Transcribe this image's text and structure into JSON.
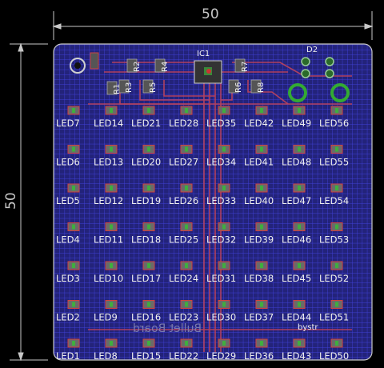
{
  "dimensions": {
    "width_label": "50",
    "height_label": "50"
  },
  "board": {
    "bg_color": "#23237a",
    "grid_color": "#3c3cd0",
    "outline_color": "#c8c8c8"
  },
  "ic": {
    "label": "IC1"
  },
  "diode": {
    "label": "D2"
  },
  "resistors": [
    "R1",
    "R2",
    "R3",
    "R4",
    "R5",
    "R6",
    "R7",
    "R8"
  ],
  "led_rows": [
    [
      "LED7",
      "LED14",
      "LED21",
      "LED28",
      "LED35",
      "LED42",
      "LED49",
      "LED56"
    ],
    [
      "LED6",
      "LED13",
      "LED20",
      "LED27",
      "LED34",
      "LED41",
      "LED48",
      "LED55"
    ],
    [
      "LED5",
      "LED12",
      "LED19",
      "LED26",
      "LED33",
      "LED40",
      "LED47",
      "LED54"
    ],
    [
      "LED4",
      "LED11",
      "LED18",
      "LED25",
      "LED32",
      "LED39",
      "LED46",
      "LED53"
    ],
    [
      "LED3",
      "LED10",
      "LED17",
      "LED24",
      "LED31",
      "LED38",
      "LED45",
      "LED52"
    ],
    [
      "LED2",
      "LED9",
      "LED16",
      "LED23",
      "LED30",
      "LED37",
      "LED44",
      "LED51"
    ],
    [
      "LED1",
      "LED8",
      "LED15",
      "LED22",
      "LED29",
      "LED36",
      "LED43",
      "LED50"
    ]
  ],
  "mirrored_text": "Bullet Board",
  "bottom_small_text": "bystr"
}
